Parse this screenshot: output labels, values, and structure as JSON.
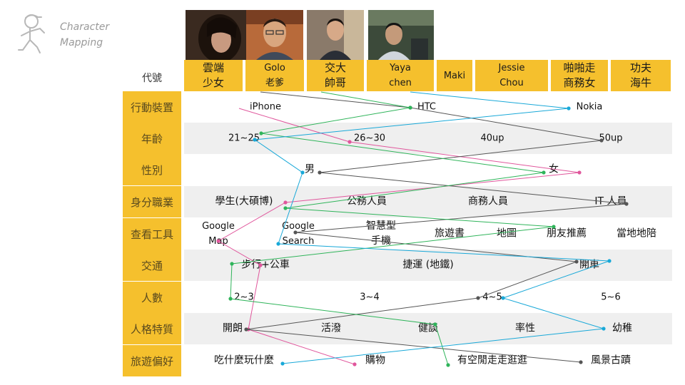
{
  "header": {
    "logo_line1": "Character",
    "logo_line2": "Mapping",
    "code_label": "代號"
  },
  "personas": [
    {
      "id": "cloud",
      "name": "雲端\n少女",
      "color": "#e0569c"
    },
    {
      "id": "golo",
      "name": "Golo\n老爹",
      "color": "#555555"
    },
    {
      "id": "jiaoda",
      "name": "交大\n帥哥",
      "color": "#2fb45a"
    },
    {
      "id": "yaya",
      "name": "Yaya\nchen",
      "color": "#18a8d8"
    },
    {
      "id": "maki",
      "name": "Maki"
    },
    {
      "id": "jessie",
      "name": "Jessie\nChou"
    },
    {
      "id": "business",
      "name": "啪啪走\n商務女"
    },
    {
      "id": "kungfu",
      "name": "功夫\n海牛"
    }
  ],
  "categories": [
    {
      "id": "device",
      "label": "行動裝置",
      "options": [
        "iPhone",
        "HTC",
        "Nokia"
      ]
    },
    {
      "id": "age",
      "label": "年齡",
      "options": [
        "21~25",
        "26~30",
        "40up",
        "50up"
      ]
    },
    {
      "id": "gender",
      "label": "性別",
      "options": [
        "男",
        "女"
      ]
    },
    {
      "id": "job",
      "label": "身分職業",
      "options": [
        "學生(大碩博)",
        "公務人員",
        "商務人員",
        "IT 人員"
      ]
    },
    {
      "id": "tool",
      "label": "查看工具",
      "options": [
        "Google\nMap",
        "Google\nSearch",
        "智慧型\n手機",
        "旅遊書",
        "地圖",
        "朋友推薦",
        "當地地陪"
      ]
    },
    {
      "id": "transport",
      "label": "交通",
      "options": [
        "步行+公車",
        "捷運 (地鐵)",
        "開車"
      ]
    },
    {
      "id": "people",
      "label": "人數",
      "options": [
        "2~3",
        "3~4",
        "4~5",
        "5~6"
      ]
    },
    {
      "id": "traits",
      "label": "人格特質",
      "options": [
        "開朗",
        "活潑",
        "健談",
        "率性",
        "幼稚"
      ]
    },
    {
      "id": "travel",
      "label": "旅遊偏好",
      "options": [
        "吃什麼玩什麼",
        "購物",
        "有空閒走走逛逛",
        "風景古蹟"
      ]
    }
  ]
}
